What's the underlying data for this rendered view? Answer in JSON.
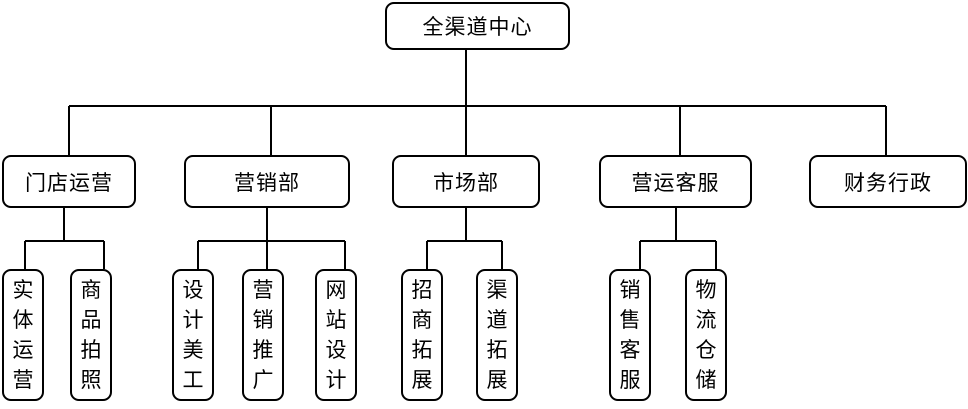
{
  "root": {
    "label": "全渠道中心"
  },
  "departments": [
    {
      "label": "门店运营",
      "children": [
        "实体运营",
        "商品拍照"
      ]
    },
    {
      "label": "营销部",
      "children": [
        "设计美工",
        "营销推广",
        "网站设计"
      ]
    },
    {
      "label": "市场部",
      "children": [
        "招商拓展",
        "渠道拓展"
      ]
    },
    {
      "label": "营运客服",
      "children": [
        "销售客服",
        "物流仓储"
      ]
    },
    {
      "label": "财务行政",
      "children": []
    }
  ],
  "colors": {
    "line": "#000000",
    "box_border": "#000000",
    "box_fill": "#ffffff",
    "text": "#000000"
  }
}
